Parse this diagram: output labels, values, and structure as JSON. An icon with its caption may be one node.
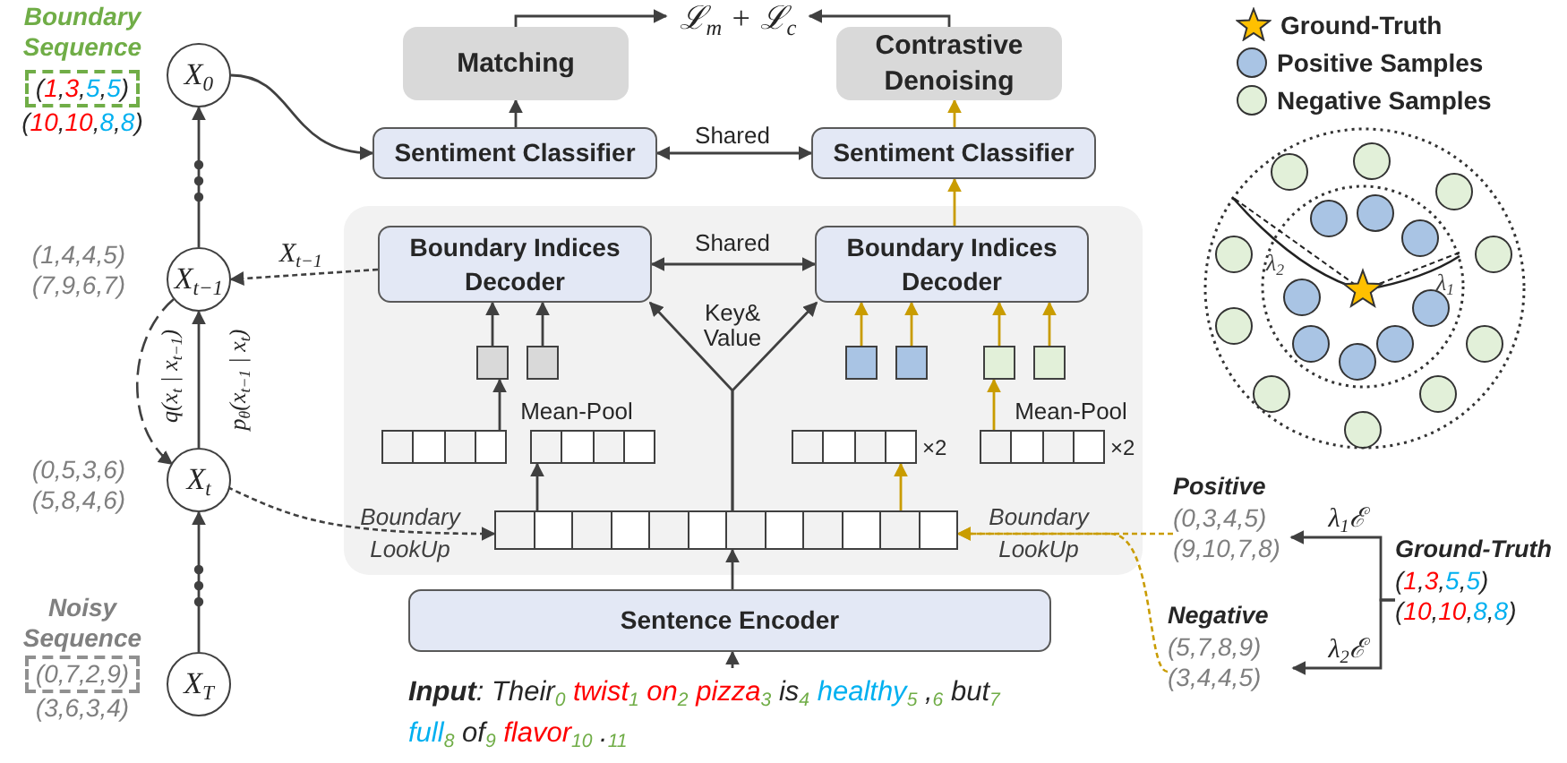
{
  "diagram": {
    "nodes": [
      {
        "text": [
          "X$_{0}$"
        ],
        "beside": [
          "Boundary Sequence",
          "(1,3,5,5)",
          "(10,10,8,8)"
        ]
      },
      {
        "text": [
          "X$_{t−1}$"
        ],
        "beside": [
          "(1,4,4,5)",
          "(7,9,6,7)"
        ]
      },
      {
        "text": [
          "X$_{t}$"
        ],
        "beside": [
          "(0,5,3,6)",
          "(5,8,4,6)"
        ]
      },
      {
        "text": [
          "X$_{T}$"
        ],
        "beside": [
          "(0,7,2,9)",
          "(3,6,3,4)"
        ]
      },
      {
        "text": [
          "ℒ$_{m}$ + ℒ$_{c}$"
        ]
      },
      {
        "text": [
          "Matching"
        ]
      },
      {
        "text": [
          "Contrastive Denoising"
        ]
      },
      {
        "text": [
          "Sentiment Classifier"
        ]
      },
      {
        "text": [
          "Sentiment Classifier"
        ]
      },
      {
        "text": [],
        "shape": "box"
      },
      {
        "text": [
          "Boundary Indices Decoder"
        ],
        "in": 9
      },
      {
        "text": [
          "Boundary Indices Decoder"
        ],
        "in": 9
      },
      {
        "text": [],
        "shape": "box",
        "in": 9
      },
      {
        "text": [],
        "shape": "box",
        "in": 9
      },
      {
        "text": [],
        "shape": "box",
        "in": 9
      },
      {
        "text": [],
        "shape": "box",
        "in": 9
      },
      {
        "text": [],
        "shape": "box",
        "in": 9
      },
      {
        "text": [],
        "shape": "box",
        "in": 9
      },
      {
        "text": [],
        "shape": "bar",
        "in": 9
      },
      {
        "text": [],
        "shape": "bar",
        "in": 9
      },
      {
        "text": [],
        "shape": "bar",
        "in": 9
      },
      {
        "text": [],
        "shape": "bar",
        "in": 9
      },
      {
        "text": [],
        "shape": "bar",
        "in": 9
      },
      {
        "text": [
          "Sentence Encoder"
        ]
      },
      {
        "text": [
          "**Input**: Their$_{0}$ twist$_{1}$ on$_{2}$ pizza$_{3}$ is$_{4}$ healthy$_{5}$ ,$_{6}$ but$_{7}$ full$_{8}$ of$_{9}$ flavor$_{10}$ .$_{11}$"
        ]
      },
      {
        "text": [
          "Positive",
          "(0,3,4,5)",
          "(9,10,7,8)"
        ]
      },
      {
        "text": [
          "Negative",
          "(5,7,8,9)",
          "(3,4,4,5)"
        ]
      },
      {
        "text": [
          "Ground-Truth",
          "(1,3,5,5)",
          "(10,10,8,8)"
        ]
      }
    ],
    "edges": [
      {
        "from": 3,
        "to": 2,
        "arrow": "to"
      },
      {
        "from": 2,
        "to": 1,
        "arrow": "to",
        "label": "p$_{θ}$(x$_{t−1}$ | x$_{t}$)"
      },
      {
        "from": 1,
        "to": 2,
        "arrow": "to",
        "label": "q(x$_{t}$ | x$_{t−1}$)",
        "style": "dashed"
      },
      {
        "from": 1,
        "to": 0,
        "arrow": "to"
      },
      {
        "from": 0,
        "to": 7,
        "arrow": "to"
      },
      {
        "from": 10,
        "to": 1,
        "arrow": "to",
        "label": "X$_{t−1}$",
        "style": "dashed"
      },
      {
        "from": 2,
        "to": 22,
        "arrow": "to",
        "label": "Boundary LookUp",
        "style": "dashed"
      },
      {
        "from": 25,
        "to": 22,
        "arrow": "to",
        "label": "Boundary LookUp",
        "style": "dashed",
        "color": "#c99c00"
      },
      {
        "from": 26,
        "to": 22,
        "arrow": "to",
        "style": "dashed",
        "color": "#c99c00"
      },
      {
        "from": 27,
        "to": 25,
        "arrow": "to",
        "label": "λ$_{1}$ℰ"
      },
      {
        "from": 27,
        "to": 26,
        "arrow": "to",
        "label": "λ$_{2}$ℰ"
      },
      {
        "from": 24,
        "to": 23,
        "arrow": "to"
      },
      {
        "from": 23,
        "to": 22,
        "arrow": "to"
      },
      {
        "from": 22,
        "to": 10,
        "arrow": "to",
        "label": "Key& Value"
      },
      {
        "from": 22,
        "to": 11,
        "arrow": "to"
      },
      {
        "from": 10,
        "to": 11,
        "arrow": "both",
        "label": "Shared"
      },
      {
        "from": 7,
        "to": 8,
        "arrow": "both",
        "label": "Shared"
      },
      {
        "from": 11,
        "to": 8,
        "arrow": "to",
        "color": "#c99c00"
      },
      {
        "from": 8,
        "to": 6,
        "arrow": "to",
        "color": "#c99c00"
      },
      {
        "from": 7,
        "to": 5,
        "arrow": "to"
      },
      {
        "from": 5,
        "to": 4,
        "arrow": "to"
      },
      {
        "from": 6,
        "to": 4,
        "arrow": "to"
      },
      {
        "from": 22,
        "to": 19,
        "arrow": "to"
      },
      {
        "from": 22,
        "to": 20,
        "arrow": "to",
        "color": "#c99c00"
      },
      {
        "from": 18,
        "to": 12,
        "arrow": "to",
        "label": "Mean-Pool"
      },
      {
        "from": 21,
        "to": 16,
        "arrow": "to",
        "label": "Mean-Pool",
        "color": "#c99c00"
      },
      {
        "from": 12,
        "to": 10,
        "arrow": "to"
      },
      {
        "from": 13,
        "to": 10,
        "arrow": "to"
      },
      {
        "from": 14,
        "to": 11,
        "arrow": "to",
        "color": "#c99c00"
      },
      {
        "from": 15,
        "to": 11,
        "arrow": "to",
        "color": "#c99c00"
      },
      {
        "from": 16,
        "to": 11,
        "arrow": "to",
        "color": "#c99c00"
      },
      {
        "from": 17,
        "to": 11,
        "arrow": "to",
        "color": "#c99c00"
      }
    ],
    "labels": [
      "λ$_{2}$",
      "λ$_{1}$",
      "×2",
      "×2",
      "Noisy Sequence"
    ],
    "legend": [
      {
        "text": "Ground-Truth"
      },
      {
        "text": "Positive Samples",
        "color": "#a9c4e4"
      },
      {
        "text": "Negative Samples",
        "color": "#e2f0d9"
      }
    ]
  }
}
